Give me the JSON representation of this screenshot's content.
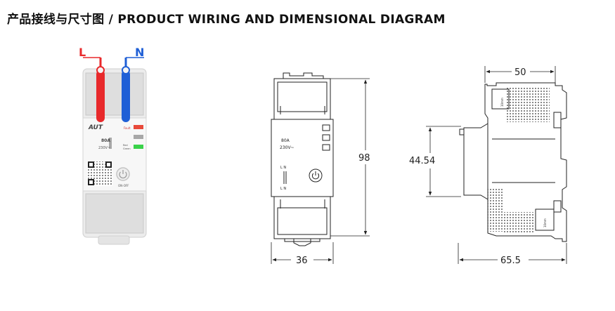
{
  "title": "产品接线与尺寸图 / PRODUCT WIRING AND DIMENSIONAL DIAGRAM",
  "wiring": {
    "live_label": "L",
    "neutral_label": "N",
    "live_color": "#e8292b",
    "neutral_color": "#1f5fd6",
    "device": {
      "brand": "AUT",
      "rating": "80A",
      "voltage": "230V~",
      "indicator_fault": "Fault",
      "indicator_green": "OFF",
      "indicator_green_sub": "Green",
      "indicator_green_label": "Red",
      "switch_label": "ON-OFF",
      "indicator_colors": [
        "#e84a3a",
        "#a8a8a8",
        "#3ad24a"
      ]
    }
  },
  "front_view": {
    "rating": "80A",
    "voltage": "230V~",
    "terminal_top": "L  N",
    "terminal_bottom": "L  N",
    "height_dim": "98",
    "width_dim": "36"
  },
  "side_view": {
    "top_dim": "50",
    "mid_dim": "44.54",
    "bottom_dim": "65.5",
    "strip_label": "10mm"
  }
}
